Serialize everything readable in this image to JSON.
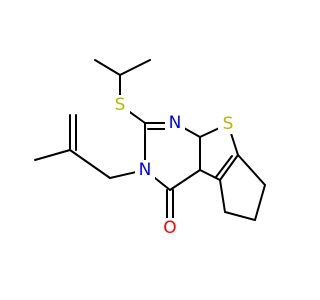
{
  "atoms": [
    {
      "id": "S_thioether",
      "label": "S",
      "color": "#b8b800"
    },
    {
      "id": "N_upper",
      "label": "N",
      "color": "#0000ff"
    },
    {
      "id": "N_lower",
      "label": "N",
      "color": "#0000ff"
    },
    {
      "id": "S_thiophene",
      "label": "S",
      "color": "#b8b800"
    },
    {
      "id": "O_carbonyl",
      "label": "O",
      "color": "#ff0000"
    }
  ]
}
